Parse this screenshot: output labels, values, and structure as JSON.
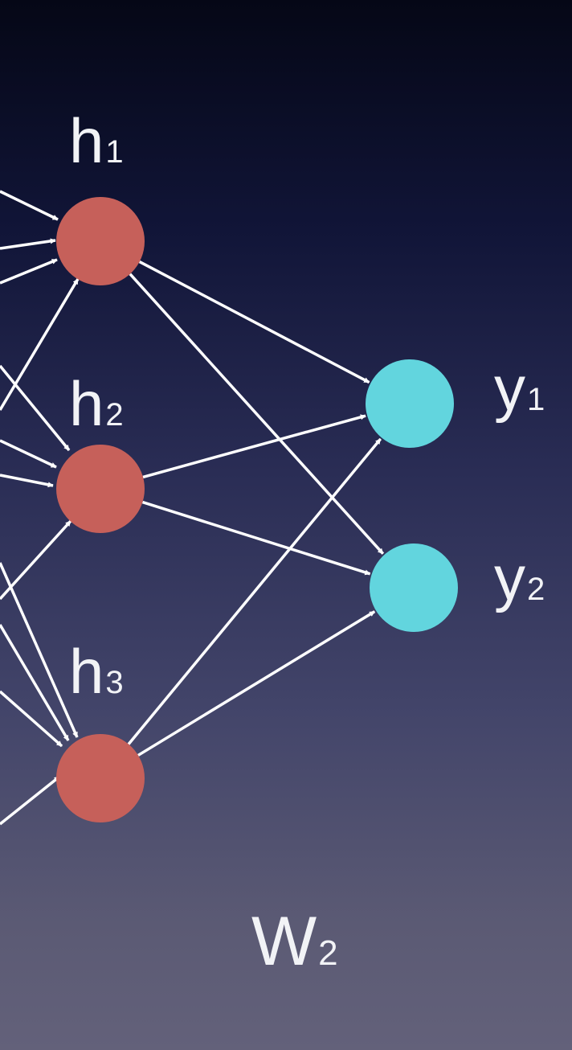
{
  "hidden_nodes": [
    {
      "id": "h1",
      "main": "h",
      "sub": "1"
    },
    {
      "id": "h2",
      "main": "h",
      "sub": "2"
    },
    {
      "id": "h3",
      "main": "h",
      "sub": "3"
    }
  ],
  "output_nodes": [
    {
      "id": "y1",
      "main": "y",
      "sub": "1"
    },
    {
      "id": "y2",
      "main": "y",
      "sub": "2"
    }
  ],
  "weight_label": {
    "main": "W",
    "sub": "2"
  },
  "connections": [
    {
      "from": "h1",
      "to": "y1"
    },
    {
      "from": "h1",
      "to": "y2"
    },
    {
      "from": "h2",
      "to": "y1"
    },
    {
      "from": "h2",
      "to": "y2"
    },
    {
      "from": "h3",
      "to": "y1"
    },
    {
      "from": "h3",
      "to": "y2"
    }
  ],
  "colors": {
    "hidden_node": "#c6605a",
    "output_node": "#62d5de",
    "edge": "#ffffff",
    "text": "#f2f3f6"
  }
}
